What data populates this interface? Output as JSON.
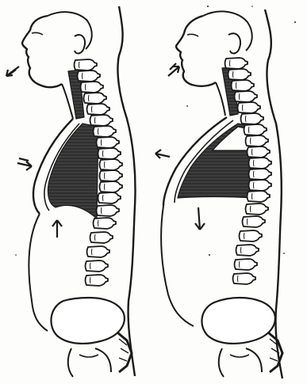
{
  "figure": {
    "panels": [
      {
        "id": "exhalation",
        "airflow": "out",
        "chest": "inward",
        "diaphragm": "up"
      },
      {
        "id": "inhalation",
        "airflow": "in",
        "chest": "outward",
        "diaphragm": "down"
      }
    ],
    "colors": {
      "ink": "#1a1a1a",
      "lung_fill": "#3a3a3a",
      "background": "#fdfdfb"
    }
  }
}
